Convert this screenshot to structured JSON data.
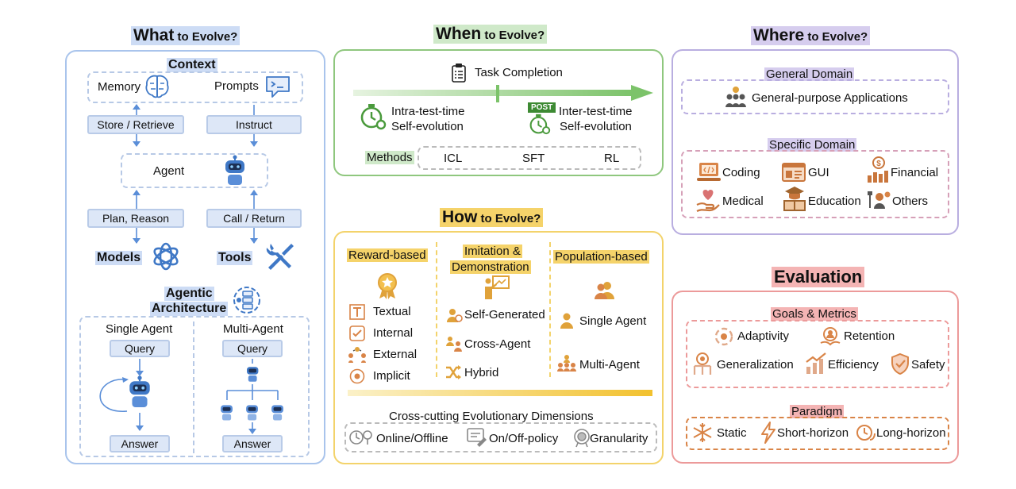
{
  "what": {
    "title": "What",
    "suffix": " to Evolve?",
    "context_label": "Context",
    "memory": "Memory",
    "prompts": "Prompts",
    "store_retrieve": "Store / Retrieve",
    "instruct": "Instruct",
    "agent": "Agent",
    "plan_reason": "Plan, Reason",
    "call_return": "Call / Return",
    "models": "Models",
    "tools": "Tools",
    "agentic_line1": "Agentic",
    "agentic_line2": "Architecture",
    "single_agent": "Single Agent",
    "multi_agent": "Multi-Agent",
    "query_single": "Query",
    "query_multi": "Query",
    "answer_single": "Answer",
    "answer_multi": "Answer"
  },
  "when": {
    "title": "When",
    "suffix": " to Evolve?",
    "task_completion": "Task Completion",
    "intra_line1": "Intra-test-time",
    "intra_line2": "Self-evolution",
    "post_badge": "POST",
    "inter_line1": "Inter-test-time",
    "inter_line2": "Self-evolution",
    "methods": "Methods",
    "method_items": [
      "ICL",
      "SFT",
      "RL"
    ]
  },
  "where": {
    "title": "Where",
    "suffix": " to Evolve?",
    "general_domain": "General Domain",
    "general_app": "General-purpose Applications",
    "specific_domain": "Specific Domain",
    "coding": "Coding",
    "gui": "GUI",
    "financial": "Financial",
    "medical": "Medical",
    "education": "Education",
    "others": "Others"
  },
  "how": {
    "title": "How",
    "suffix": " to Evolve?",
    "reward_based": "Reward-based",
    "imitation_line1": "Imitation &",
    "imitation_line2": "Demonstration",
    "population_based": "Population-based",
    "textual": "Textual",
    "internal": "Internal",
    "external": "External",
    "implicit": "Implicit",
    "self_generated": "Self-Generated",
    "cross_agent": "Cross-Agent",
    "hybrid": "Hybrid",
    "single_agent": "Single Agent",
    "multi_agent": "Multi-Agent",
    "cross_cutting": "Cross-cutting Evolutionary Dimensions",
    "online_offline": "Online/Offline",
    "on_off_policy": "On/Off-policy",
    "granularity": "Granularity"
  },
  "evaluation": {
    "title": "Evaluation",
    "goals_metrics": "Goals & Metrics",
    "adaptivity": "Adaptivity",
    "retention": "Retention",
    "generalization": "Generalization",
    "efficiency": "Efficiency",
    "safety": "Safety",
    "paradigm": "Paradigm",
    "static": "Static",
    "short_horizon": "Short-horizon",
    "long_horizon": "Long-horizon"
  },
  "colors": {
    "blue": "#a9c4ec",
    "green": "#8fc77e",
    "purple": "#b9aee0",
    "yellow": "#f3d36b",
    "red": "#ec9a9a",
    "icon_blue": "#3f78c6",
    "icon_orange": "#e0a23a"
  },
  "icons": [
    "brain-icon",
    "terminal-chat-icon",
    "robot-icon",
    "openai-logo-icon",
    "wrench-screwdriver-icon",
    "clipboard-icon",
    "stopwatch-gear-icon",
    "people-icon",
    "laptop-code-icon",
    "gui-icon",
    "finance-icon",
    "medical-hand-icon",
    "education-icon",
    "award-icon",
    "teacher-icon",
    "snowflake-icon",
    "lightning-icon"
  ]
}
